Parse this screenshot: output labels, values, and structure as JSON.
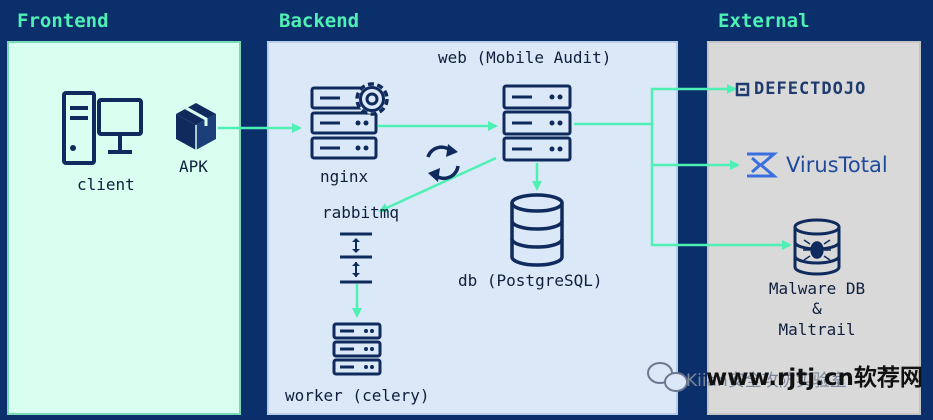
{
  "sections": {
    "frontend": "Frontend",
    "backend": "Backend",
    "external": "External"
  },
  "nodes": {
    "client": "client",
    "apk": "APK",
    "nginx": "nginx",
    "web": "web (Mobile Audit)",
    "rabbitmq": "rabbitmq",
    "db": "db (PostgreSQL)",
    "worker": "worker (celery)",
    "defectdojo": "DEFECTDOJO",
    "virustotal": "VirusTotal",
    "malware_line1": "Malware DB",
    "malware_line2": "&",
    "malware_line3": "Maltrail"
  },
  "watermark": {
    "site": "www.rjtj.cn软荐网",
    "account": "Kiian安全攻防实验室"
  },
  "colors": {
    "background": "#0b2f6b",
    "accent": "#4ff0b4",
    "frontend_panel": "#d9fff1",
    "backend_panel": "#dbe8f7",
    "external_panel": "#d9d9d9",
    "icon": "#0f2a5c"
  }
}
